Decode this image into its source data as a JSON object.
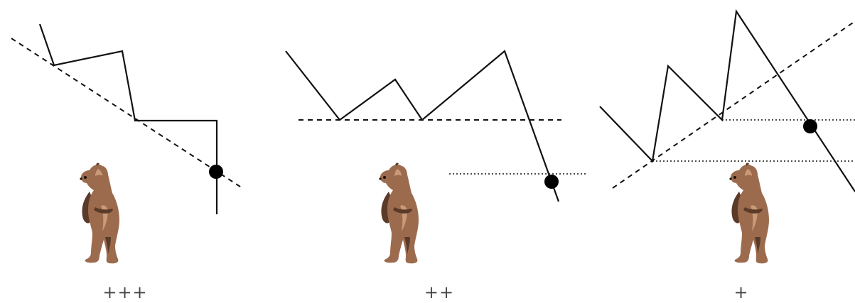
{
  "panels": [
    {
      "rating": "+++",
      "bear": "grizzly-bear-standing"
    },
    {
      "rating": "++",
      "bear": "grizzly-bear-standing"
    },
    {
      "rating": "+",
      "bear": "grizzly-bear-standing"
    }
  ],
  "colors": {
    "line": "#111111",
    "bear_fur": "#9c6b4e",
    "bear_shadow": "#5a3a28",
    "bear_light": "#c99a78"
  }
}
